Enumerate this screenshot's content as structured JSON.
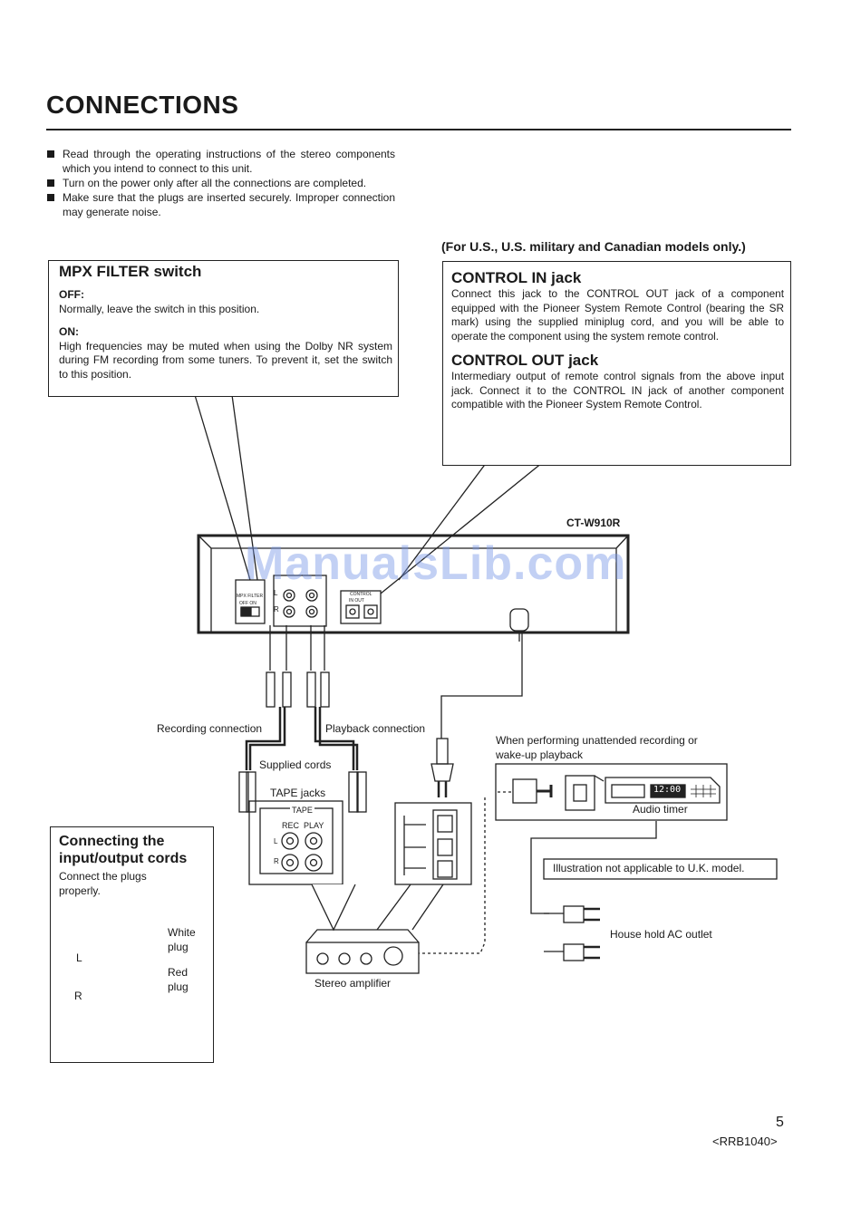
{
  "heading": "CONNECTIONS",
  "bullets": [
    "Read through the operating instructions of the stereo components which you intend to connect to this unit.",
    "Turn on the power only after all the connections are completed.",
    "Make sure that the plugs are inserted securely. Improper connection may generate noise."
  ],
  "mpx": {
    "title": "MPX FILTER switch",
    "off_label": "OFF:",
    "off_text": "Normally, leave the switch in this position.",
    "on_label": "ON:",
    "on_text": "High frequencies may be muted when using the Dolby NR system during FM recording from some tuners. To prevent it, set the switch to this position."
  },
  "region_note": "(For U.S., U.S. military and Canadian models only.)",
  "control": {
    "in_title": "CONTROL IN jack",
    "in_text": "Connect this jack to the CONTROL OUT jack of a component equipped with the Pioneer System Remote Control (bearing the SR mark) using the supplied miniplug cord, and you will be able to operate the component using the system remote control.",
    "out_title": "CONTROL OUT jack",
    "out_text": "Intermediary output of remote control signals from the above input jack. Connect it to the CONTROL IN jack of another component compatible with the Pioneer System Remote Control."
  },
  "diagram": {
    "model": "CT-W910R",
    "watermark": "ManualsLib.com",
    "recording_connection": "Recording connection",
    "playback_connection": "Playback connection",
    "supplied_cords": "Supplied cords",
    "tape_jacks": "TAPE jacks",
    "tape": "TAPE",
    "rec": "REC",
    "play": "PLAY",
    "unattended": "When performing unattended recording or",
    "wakeup": "wake-up playback",
    "audio_timer": "Audio timer",
    "not_applicable": "Illustration not applicable to U.K. model.",
    "household": "House hold AC outlet",
    "stereo_amplifier": "Stereo amplifier",
    "mpx_filter_panel": "MPX FILTER",
    "off_on": "OFF  ON",
    "control_panel": "CONTROL",
    "in_out": "IN   OUT",
    "timer_display": "12:00",
    "L": "L",
    "R": "R"
  },
  "inout": {
    "title": "Connecting the input/output cords",
    "text": "Connect the plugs properly.",
    "white": "White",
    "white_plug": "plug",
    "red": "Red",
    "red_plug": "plug",
    "L": "L",
    "R": "R"
  },
  "page_number": "5",
  "doc_code": "<RRB1040>"
}
